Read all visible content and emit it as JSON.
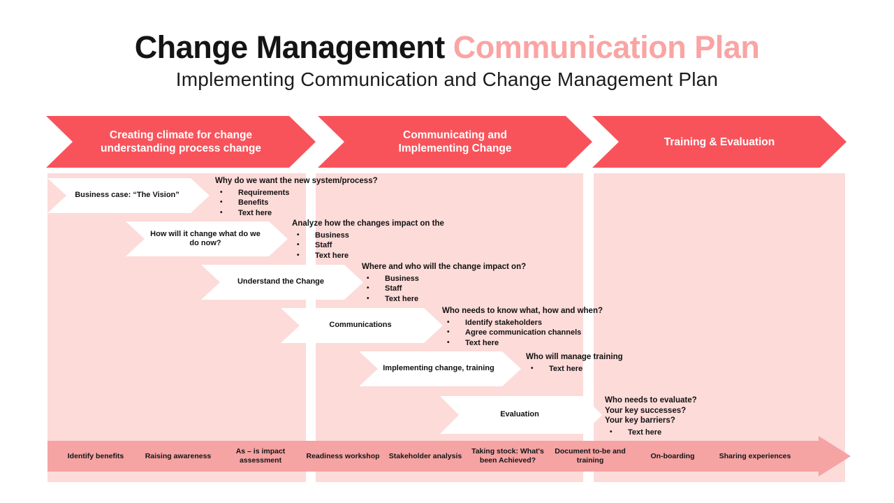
{
  "title": {
    "black": "Change Management ",
    "pink": "Communication Plan"
  },
  "subtitle": "Implementing Communication and Change Management Plan",
  "colors": {
    "phase_red": "#F8535B",
    "title_pink": "#FAA4A4",
    "panel_pink": "#FCDBD9",
    "band_pink": "#F5A3A3",
    "text_black": "#111111",
    "arrow_white": "#FFFFFF"
  },
  "phases": [
    {
      "label": "Creating climate for change understanding process change"
    },
    {
      "label": "Communicating and Implementing Change"
    },
    {
      "label": "Training & Evaluation"
    }
  ],
  "cascade": [
    {
      "label": "Business case: “The Vision”",
      "heading": [
        "Why do we want the new system/process?"
      ],
      "bullets": [
        "Requirements",
        "Benefits",
        "Text here"
      ]
    },
    {
      "label": "How will it change what do we do now?",
      "heading": [
        "Analyze how the changes impact on the"
      ],
      "bullets": [
        "Business",
        "Staff",
        "Text here"
      ]
    },
    {
      "label": "Understand the Change",
      "heading": [
        "Where and who will the change impact on?"
      ],
      "bullets": [
        "Business",
        "Staff",
        "Text here"
      ]
    },
    {
      "label": "Communications",
      "heading": [
        "Who needs to know what, how and when?"
      ],
      "bullets": [
        "Identify stakeholders",
        "Agree communication channels",
        "Text here"
      ]
    },
    {
      "label": "Implementing change, training",
      "heading": [
        "Who will manage training"
      ],
      "bullets": [
        "Text here"
      ]
    },
    {
      "label": "Evaluation",
      "heading": [
        "Who needs to evaluate?",
        "Your key successes?",
        "Your key barriers?"
      ],
      "bullets": [
        "Text here"
      ]
    }
  ],
  "timeline": [
    "Identify benefits",
    "Raising awareness",
    "As – is impact assessment",
    "Readiness workshop",
    "Stakeholder analysis",
    "Taking stock: What's been Achieved?",
    "Document to-be and training",
    "On-boarding",
    "Sharing experiences"
  ]
}
